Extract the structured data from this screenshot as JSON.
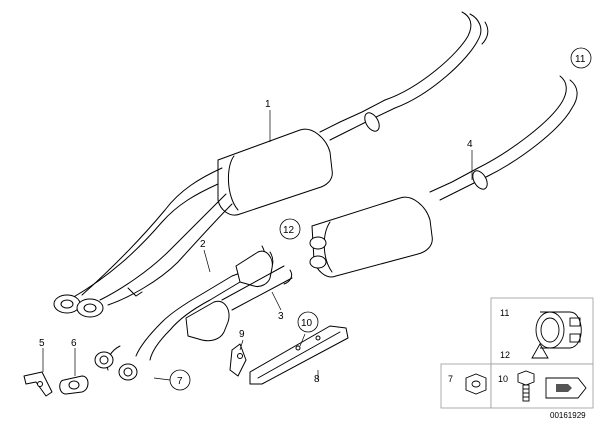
{
  "diagram": {
    "callouts": {
      "part_1": "1",
      "part_2": "2",
      "part_3": "3",
      "part_4": "4",
      "part_5": "5",
      "part_6": "6",
      "part_7": "7",
      "part_8": "8",
      "part_9": "9",
      "part_10": "10",
      "part_11": "11",
      "part_12": "12"
    },
    "inset": {
      "clamp_label": "11",
      "clamp_sub_label": "12",
      "nut_label": "7",
      "bolt_label": "10"
    },
    "diagram_id": "00161929"
  }
}
